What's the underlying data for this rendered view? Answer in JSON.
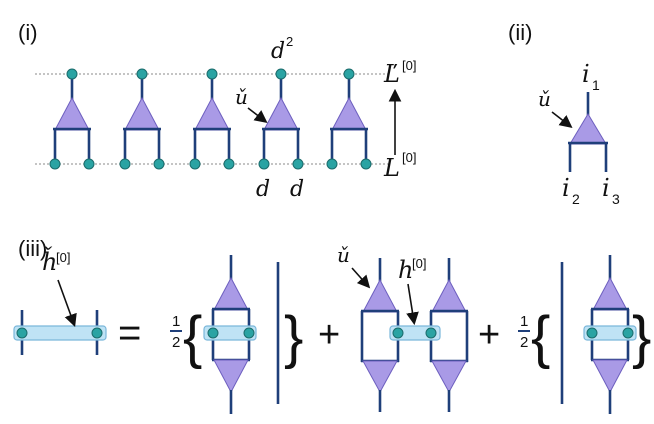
{
  "panels": {
    "i": "(i)",
    "ii": "(ii)",
    "iii": "(iii)"
  },
  "panel_i": {
    "top_index": "d",
    "top_exp": "2",
    "tensor": "ǔ",
    "bottom_left": "d",
    "bottom_right": "d",
    "top_layer": "Ľ",
    "top_layer_sup": "[0]",
    "bottom_layer": "L",
    "bottom_layer_sup": "[0]"
  },
  "panel_ii": {
    "tensor": "ǔ",
    "i1": "i",
    "i1_sub": "1",
    "i2": "i",
    "i2_sub": "2",
    "i3": "i",
    "i3_sub": "3"
  },
  "panel_iii": {
    "h_check": "ȟ",
    "h_check_sup": "[0]",
    "equals": "=",
    "half_num": "1",
    "half_den": "2",
    "plus": "+",
    "brace_open": "{",
    "brace_close": "}",
    "tensor": "ǔ",
    "h": "h",
    "h_sup": "[0]"
  },
  "colors": {
    "wire": "#1f3f7a",
    "triangle": "#a99ae6",
    "node": "#2aa3a3",
    "bar": "#bfe3f5"
  }
}
